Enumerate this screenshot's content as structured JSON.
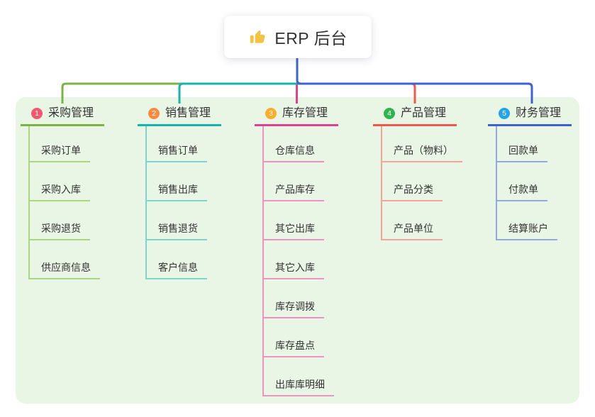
{
  "root": {
    "label": "ERP 后台",
    "icon": "thumbs-up",
    "icon_color": "#f5c242",
    "bg": "#ffffff"
  },
  "panel": {
    "bg": "#e9f6e5"
  },
  "branches": [
    {
      "number": "1",
      "title": "采购管理",
      "badge_color": "#f4586e",
      "line_color": "#7cb342",
      "item_line_color": "#abd77f",
      "items": [
        "采购订单",
        "采购入库",
        "采购退货",
        "供应商信息"
      ]
    },
    {
      "number": "2",
      "title": "销售管理",
      "badge_color": "#f98b43",
      "line_color": "#14b5ae",
      "item_line_color": "#7ed5ce",
      "items": [
        "销售订单",
        "销售出库",
        "销售退货",
        "客户信息"
      ]
    },
    {
      "number": "3",
      "title": "库存管理",
      "badge_color": "#ffad27",
      "line_color": "#e03f92",
      "item_line_color": "#ee92c4",
      "items": [
        "仓库信息",
        "产品库存",
        "其它出库",
        "其它入库",
        "库存调拨",
        "库存盘点",
        "出库库明细"
      ]
    },
    {
      "number": "4",
      "title": "产品管理",
      "badge_color": "#31b450",
      "line_color": "#f2574c",
      "item_line_color": "#f7a29b",
      "items": [
        "产品（物料）",
        "产品分类",
        "产品单位"
      ]
    },
    {
      "number": "5",
      "title": "财务管理",
      "badge_color": "#26a2e8",
      "line_color": "#3e62d4",
      "item_line_color": "#93a7e2",
      "items": [
        "回款单",
        "付款单",
        "结算账户"
      ]
    }
  ]
}
